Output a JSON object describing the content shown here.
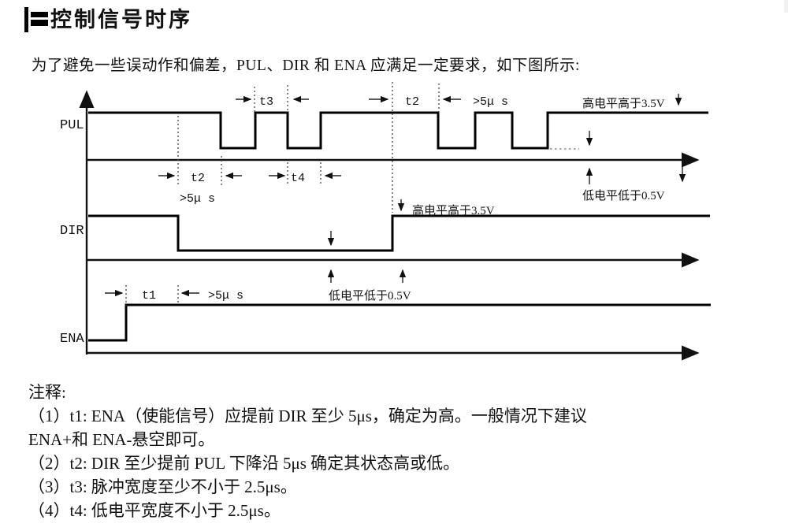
{
  "header": {
    "title": "控制信号时序"
  },
  "intro": "为了避免一些误动作和偏差，PUL、DIR 和 ENA 应满足一定要求，如下图所示:",
  "diagram": {
    "pul": "PUL",
    "dir": "DIR",
    "ena": "ENA",
    "t1": "t1",
    "t2": "t2",
    "t3": "t3",
    "t4": "t4",
    "gt5us": ">5μ s",
    "high_note": "高电平高于3.5V",
    "low_note": "低电平低于0.5V"
  },
  "notes": {
    "heading": "注释:",
    "items": [
      "（1）t1: ENA（使能信号）应提前 DIR 至少 5μs，确定为高。一般情况下建议",
      "ENA+和 ENA-悬空即可。",
      "（2）t2: DIR 至少提前 PUL 下降沿 5μs 确定其状态高或低。",
      "（3）t3: 脉冲宽度至少不小于 2.5μs。",
      "（4）t4: 低电平宽度不小于 2.5μs。"
    ]
  }
}
